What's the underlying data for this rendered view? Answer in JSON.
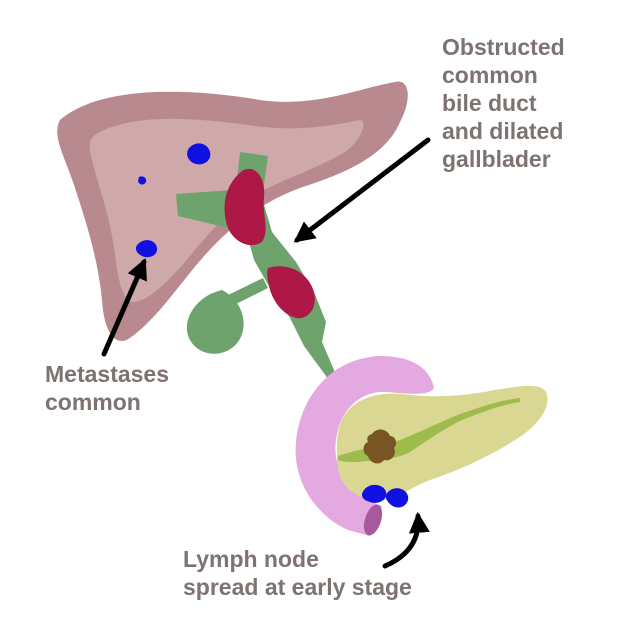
{
  "labels": {
    "bile_duct": {
      "lines": [
        "Obstructed",
        "common",
        "bile duct",
        "and dilated",
        "gallblader"
      ]
    },
    "metastases": {
      "lines": [
        "Metastases",
        "common"
      ]
    },
    "lymph_node": {
      "lines": [
        "Lymph node",
        "spread at early stage"
      ]
    }
  },
  "colors": {
    "text": "#7d7471",
    "liver_outer": "#b88a8f",
    "liver_inner": "#cfa8aa",
    "bile_green": "#6fa36d",
    "obstruction_red": "#ad1846",
    "metastasis_blue": "#1010e0",
    "duodenum_pink": "#e4a9e0",
    "pancreas_yellow": "#d9d792",
    "pancreatic_duct": "#9fbb4d",
    "tumor_brown": "#7a5524",
    "arrow": "#000000"
  }
}
